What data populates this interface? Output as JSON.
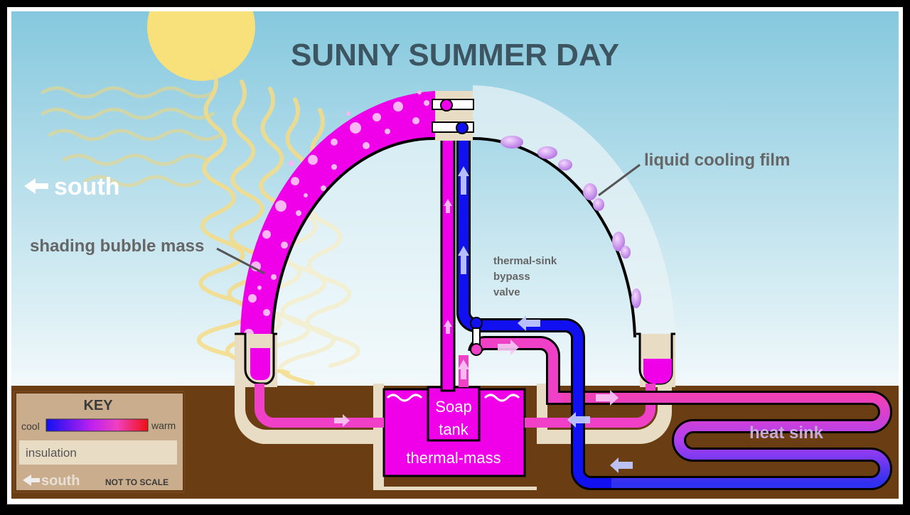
{
  "title": "SUNNY SUMMER DAY",
  "labels": {
    "south": "south",
    "shading_bubble_mass": "shading bubble mass",
    "liquid_cooling_film": "liquid cooling film",
    "bypass_valve_line1": "thermal-sink",
    "bypass_valve_line2": "bypass",
    "bypass_valve_line3": "valve",
    "soap_tank_line1": "Soap",
    "soap_tank_line2": "tank",
    "thermal_mass": "thermal-mass",
    "heat_sink": "heat sink"
  },
  "key": {
    "title": "KEY",
    "cool": "cool",
    "warm": "warm",
    "insulation": "insulation",
    "south": "south",
    "not_to_scale": "NOT TO SCALE"
  },
  "colors": {
    "sky_top": "#8ecbe0",
    "sky_bottom": "#eef7fa",
    "ground": "#6b3d12",
    "soap_magenta": "#f000e8",
    "cool_blue": "#1010f0",
    "warm_pink": "#f040b8",
    "insulation": "#e9dcc4",
    "sun": "#f8e07a",
    "title": "#3d5560",
    "label_gray": "#666666"
  }
}
